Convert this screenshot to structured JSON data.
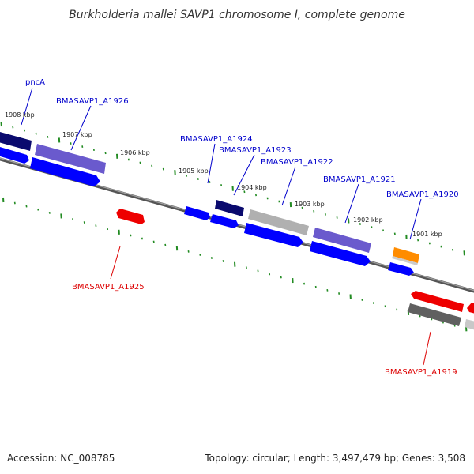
{
  "title": "Burkholderia mallei SAVP1 chromosome I, complete genome",
  "accession_text": "Accession: NC_008785",
  "summary_text": "Topology: circular; Length: 3,497,479 bp; Genes: 3,508",
  "colors": {
    "backbone": "#808080",
    "tick": "#228b22",
    "label_forward": "#0000cc",
    "label_reverse": "#dd0000",
    "gene_blue": "#0000ff",
    "gene_navy": "#0a0a6e",
    "gene_purple": "#6a5acd",
    "gene_gray": "#b0b0b0",
    "gene_darkgray": "#606060",
    "gene_orange": "#ff8c00",
    "gene_red": "#ee0000"
  },
  "scale_labels": [
    "1908 kbp",
    "1907 kbp",
    "1906 kbp",
    "1905 kbp",
    "1904 kbp",
    "1903 kbp",
    "1902 kbp",
    "1901 kbp"
  ],
  "gene_labels": {
    "pncA": "pncA",
    "a1926": "BMASAVP1_A1926",
    "a1925": "BMASAVP1_A1925",
    "a1924": "BMASAVP1_A1924",
    "a1923": "BMASAVP1_A1923",
    "a1922": "BMASAVP1_A1922",
    "a1921": "BMASAVP1_A1921",
    "a1920": "BMASAVP1_A1920",
    "a1919": "BMASAVP1_A1919"
  }
}
